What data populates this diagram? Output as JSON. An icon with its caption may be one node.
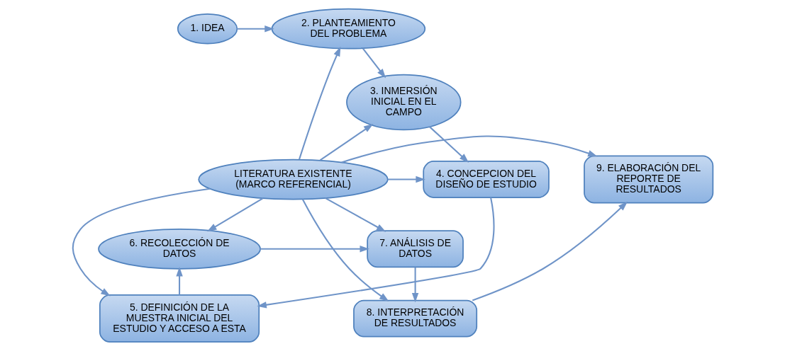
{
  "diagram": {
    "nodes": [
      {
        "text": [
          "1. IDEA"
        ]
      },
      {
        "text": [
          "2. PLANTEAMIENTO DEL PROBLEMA"
        ]
      },
      {
        "text": [
          "3. INMERSIÓN INICIAL EN EL CAMPO"
        ]
      },
      {
        "text": [
          "9. ELABORACIÓN DEL REPORTE DE RESULTADOS"
        ]
      },
      {
        "text": [
          "LITERATURA EXISTENTE (MARCO REFERENCIAL)"
        ]
      },
      {
        "text": [
          "4. CONCEPCION DEL DISEÑO DE ESTUDIO"
        ]
      },
      {
        "text": [
          "8. INTERPRETACIÓN DE RESULTADOS"
        ]
      },
      {
        "text": [
          "5. DEFINICIÓN DE LA MUESTRA INICIAL DEL ESTUDIO Y ACCESO A ESTA"
        ]
      },
      {
        "text": [
          "7. ANÁLISIS DE DATOS"
        ]
      },
      {
        "text": [
          "6. RECOLECCIÓN DE DATOS"
        ]
      }
    ],
    "edges": [
      {
        "from": 0,
        "to": 1,
        "arrow": "to"
      },
      {
        "from": 1,
        "to": 2,
        "arrow": "to"
      },
      {
        "from": 2,
        "to": 5,
        "arrow": "to"
      },
      {
        "from": 5,
        "to": 7,
        "arrow": "to"
      },
      {
        "from": 7,
        "to": 9,
        "arrow": "to"
      },
      {
        "from": 9,
        "to": 8,
        "arrow": "to"
      },
      {
        "from": 8,
        "to": 6,
        "arrow": "to"
      },
      {
        "from": 6,
        "to": 3,
        "arrow": "to"
      },
      {
        "from": 4,
        "to": 1,
        "arrow": "to"
      },
      {
        "from": 4,
        "to": 2,
        "arrow": "to"
      },
      {
        "from": 4,
        "to": 5,
        "arrow": "to"
      },
      {
        "from": 4,
        "to": 7,
        "arrow": "to"
      },
      {
        "from": 4,
        "to": 9,
        "arrow": "to"
      },
      {
        "from": 4,
        "to": 8,
        "arrow": "to"
      },
      {
        "from": 4,
        "to": 6,
        "arrow": "to"
      },
      {
        "from": 4,
        "to": 3,
        "arrow": "to"
      }
    ]
  }
}
